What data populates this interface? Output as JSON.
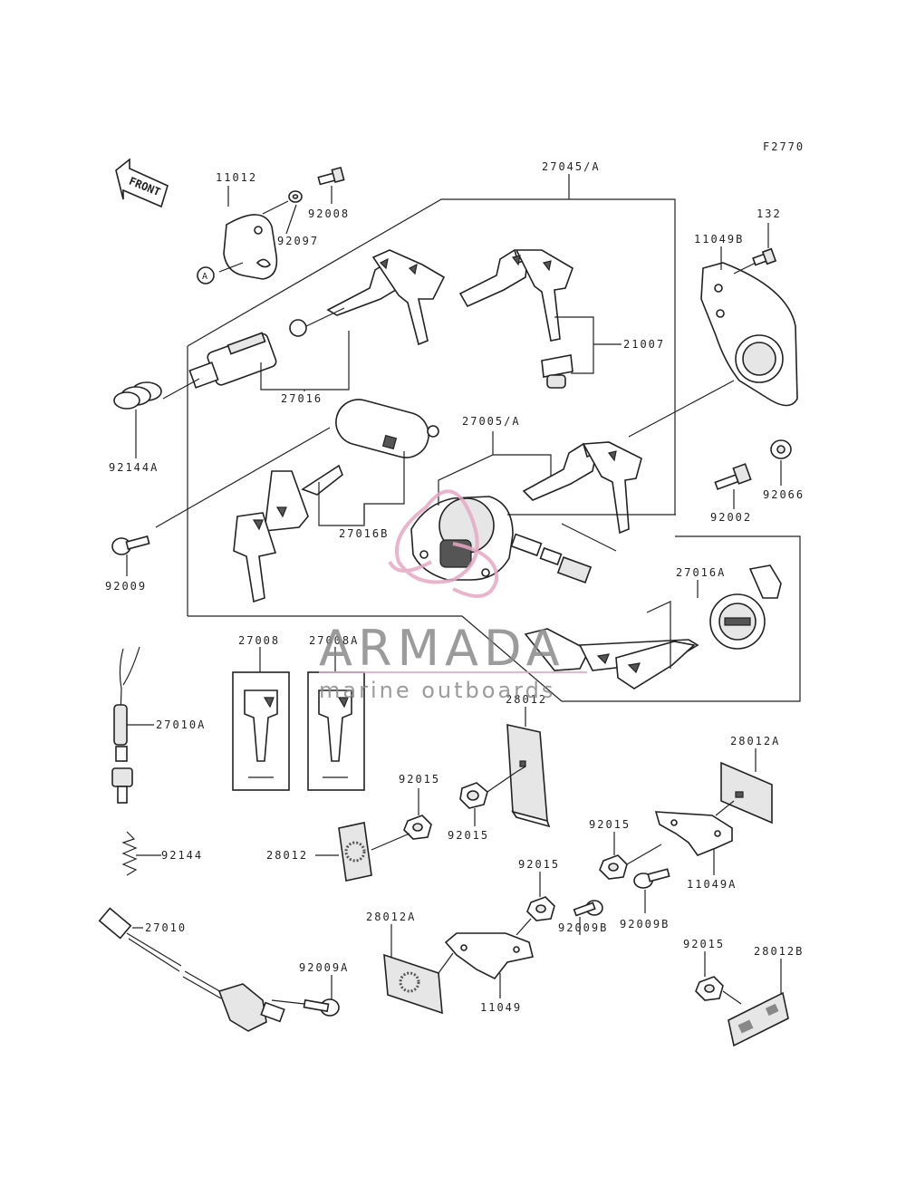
{
  "figure_code": "F2770",
  "front_label": "FRONT",
  "ref_marker": "A",
  "part_labels": {
    "p11012": "11012",
    "p92008": "92008",
    "p92097": "92097",
    "p27045A": "27045/A",
    "p132": "132",
    "p11049B": "11049B",
    "p21007": "21007",
    "p27016": "27016",
    "p92144A": "92144A",
    "p27005A": "27005/A",
    "p92066": "92066",
    "p92002": "92002",
    "p27016B": "27016B",
    "p92009": "92009",
    "p27016A": "27016A",
    "p27008": "27008",
    "p27008A": "27008A",
    "p28012_top": "28012",
    "p27010A": "27010A",
    "p28012A_right": "28012A",
    "p92015_a": "92015",
    "p92015_b": "92015",
    "p92015_c": "92015",
    "p28012_left": "28012",
    "p92144": "92144",
    "p11049A": "11049A",
    "p92015_d": "92015",
    "p92009B_a": "92009B",
    "p27010": "27010",
    "p28012A_bottom": "28012A",
    "p92009B_b": "92009B",
    "p92015_e": "92015",
    "p28012B": "28012B",
    "p92009A": "92009A",
    "p11049": "11049"
  },
  "watermark": {
    "brand": "ARMADA",
    "tagline": "marine outboards",
    "logo_color": "#e7a9c4",
    "text_color": "#8a8a8a"
  }
}
